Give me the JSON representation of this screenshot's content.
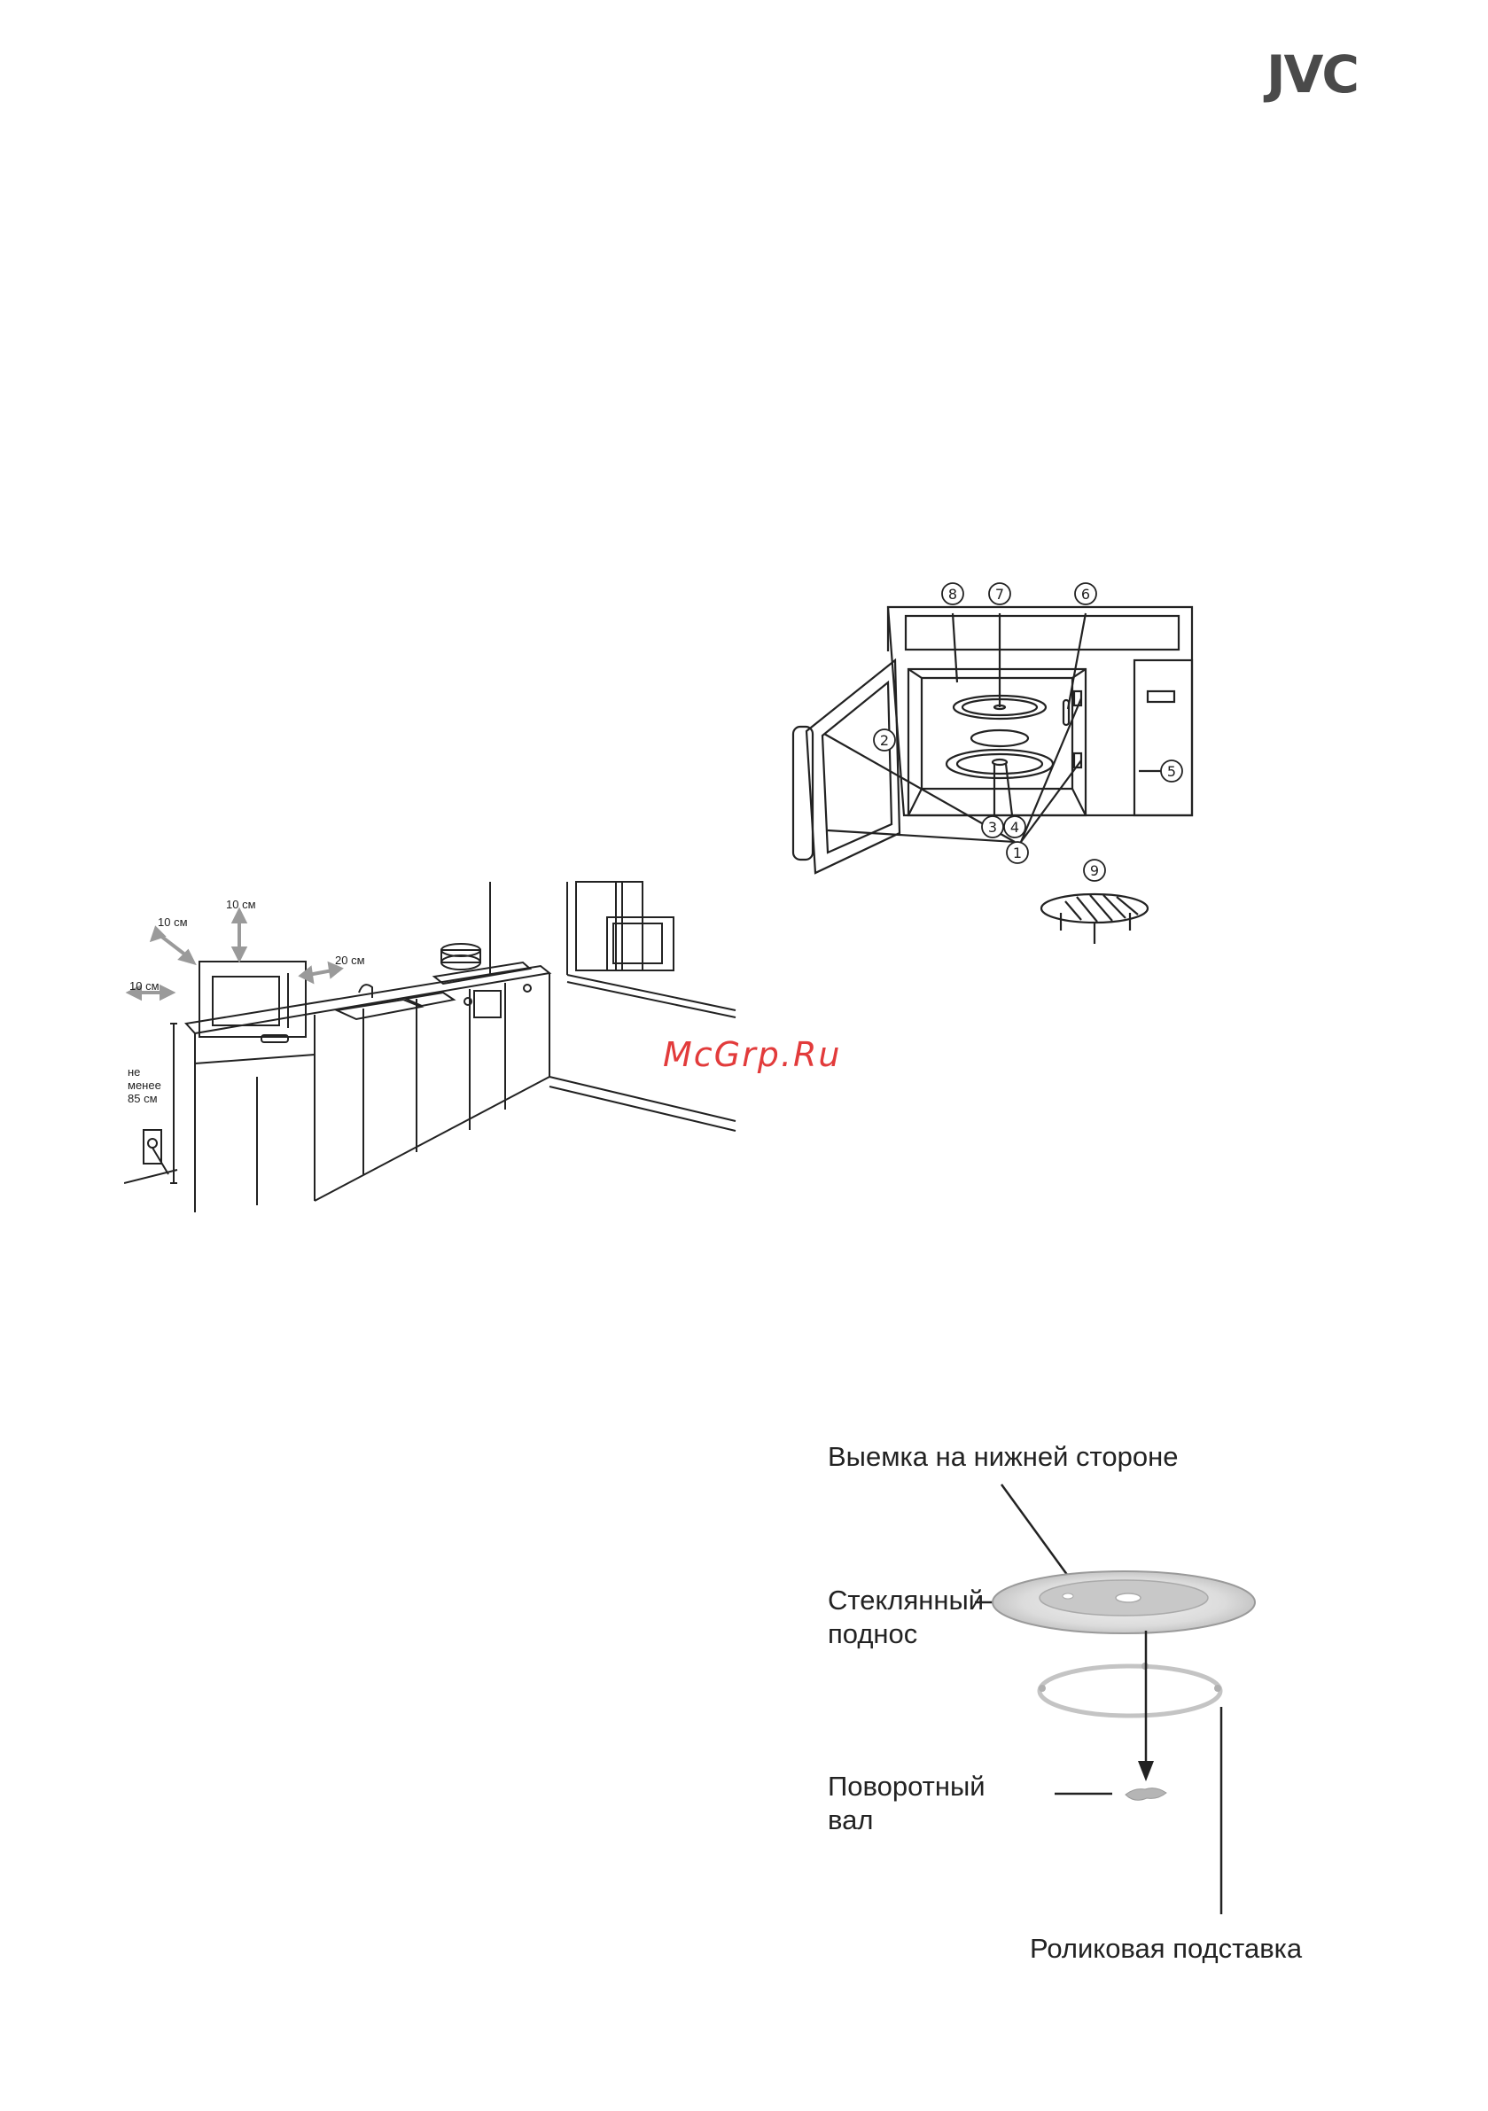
{
  "header": {
    "brand": "JVC"
  },
  "watermark": "McGrp.Ru",
  "installation": {
    "top_clearance": "10 см",
    "back_clearance": "10 см",
    "left_clearance": "10 см",
    "side_clearance": "20 см",
    "height_line1": "не",
    "height_line2": "менее",
    "height_line3": "85 см"
  },
  "components": {
    "numbers": [
      "8",
      "7",
      "6",
      "2",
      "5",
      "3",
      "4",
      "1",
      "9"
    ]
  },
  "turntable": {
    "notch_label": "Выемка на нижней стороне",
    "glass_tray_line1": "Стеклянный",
    "glass_tray_line2": "поднос",
    "shaft_line1": "Поворотный",
    "shaft_line2": "вал",
    "roller_ring": "Роликовая подставка"
  },
  "colors": {
    "line": "#222222",
    "arrow_gray": "#9a9a9a",
    "watermark": "#e23b3b",
    "logo": "#4a4a4a"
  }
}
